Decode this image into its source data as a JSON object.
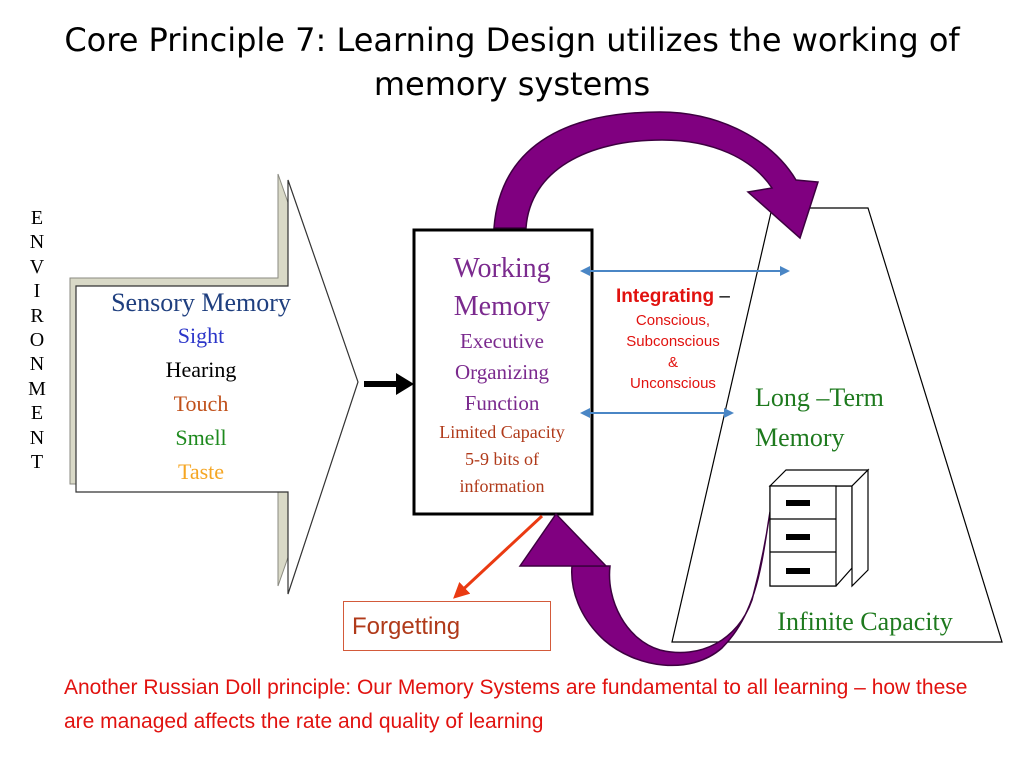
{
  "title": "Core Principle 7: Learning Design utilizes the working of memory systems",
  "environment_letters": [
    "E",
    "N",
    "V",
    "I",
    "R",
    "O",
    "N",
    "M",
    "E",
    "N",
    "T"
  ],
  "sensory": {
    "heading": "Sensory Memory",
    "items": [
      {
        "label": "Sight",
        "color": "#2b35c9"
      },
      {
        "label": "Hearing",
        "color": "#000000"
      },
      {
        "label": "Touch",
        "color": "#c0501a"
      },
      {
        "label": "Smell",
        "color": "#1e8a1e"
      },
      {
        "label": "Taste",
        "color": "#f5a623"
      }
    ]
  },
  "working_memory": {
    "heading_line1": "Working",
    "heading_line2": "Memory",
    "sub_line1": "Executive",
    "sub_line2": "Organizing",
    "sub_line3": "Function",
    "limit": "Limited Capacity",
    "bits": "5-9 bits of",
    "info": "information"
  },
  "integrating": {
    "heading": "Integrating",
    "dash": " –",
    "items": [
      "Conscious,",
      "Subconscious",
      "&",
      "Unconscious"
    ]
  },
  "long_term": {
    "line1": "Long –Term",
    "line2": "Memory",
    "capacity": "Infinite Capacity"
  },
  "forgetting": "Forgetting",
  "footer": "Another Russian Doll principle: Our Memory Systems are fundamental to all learning – how these are managed affects the rate and quality of learning",
  "colors": {
    "purple_arrow": "#800080",
    "double_arrow": "#4a86c5",
    "forget_arrow": "#ea3a12",
    "green_text": "#1e7a1e",
    "red_text": "#e1120f"
  }
}
